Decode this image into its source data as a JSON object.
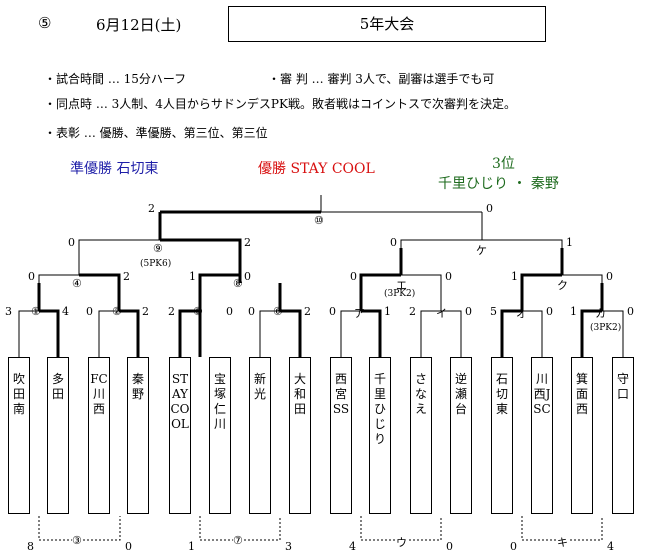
{
  "header": {
    "number": "⑤",
    "date": "6月12日(土)",
    "title": "5年大会"
  },
  "rules": {
    "line1a": "・試合時間  … 15分ハーフ",
    "line1b": "・審 判 … 審判 3人で、副審は選手でも可",
    "line2": "・同点時 … 3人制、4人目からサドンデスPK戦。敗者戦はコイントスで次審判を決定。",
    "line3": "・表彰 … 優勝、準優勝、第三位、第三位"
  },
  "results": {
    "runner_up": "準優勝 石切東",
    "winner": "優勝 STAY COOL",
    "third_label": "3位",
    "third_teams": "千里ひじり ・ 秦野",
    "colors": {
      "runner_up": "#1f1fa8",
      "winner": "#d81010",
      "third": "#1e6b1e"
    }
  },
  "teams": [
    "吹田南",
    "多田",
    "FC川西",
    "秦野",
    "STAYCOOL",
    "宝塚仁川",
    "新光",
    "大和田",
    "西宮SS",
    "千里ひじり",
    "さなえ",
    "逆瀬台",
    "石切東",
    "川西JSC",
    "箕面西",
    "守口"
  ],
  "match_labels": {
    "m1": "①",
    "m2": "②",
    "m3": "③",
    "m4": "④",
    "m5": "⑤",
    "m6": "⑥",
    "m7": "⑦",
    "m8": "⑧",
    "m9": "⑨",
    "m10": "⑩",
    "a": "ア",
    "i": "イ",
    "u": "ウ",
    "e": "エ",
    "o": "オ",
    "ka": "カ",
    "ki": "キ",
    "ku": "ク",
    "ke": "ケ"
  },
  "notes": {
    "pk9": "(5PK6)",
    "pke": "(3PK2)",
    "pkka": "(3PK2)"
  },
  "scores": {
    "r1": [
      "3",
      "4",
      "0",
      "2",
      "2",
      "0",
      "0",
      "2",
      "0",
      "1",
      "2",
      "0",
      "5",
      "0",
      "1",
      "0"
    ],
    "r2": [
      "0",
      "2",
      "1",
      "0",
      "0",
      "0",
      "1",
      "0"
    ],
    "r3": [
      "0",
      "2",
      "0",
      "1"
    ],
    "final": [
      "2",
      "0"
    ],
    "consolation": [
      "8",
      "0",
      "1",
      "3",
      "4",
      "0",
      "0",
      "4"
    ]
  }
}
